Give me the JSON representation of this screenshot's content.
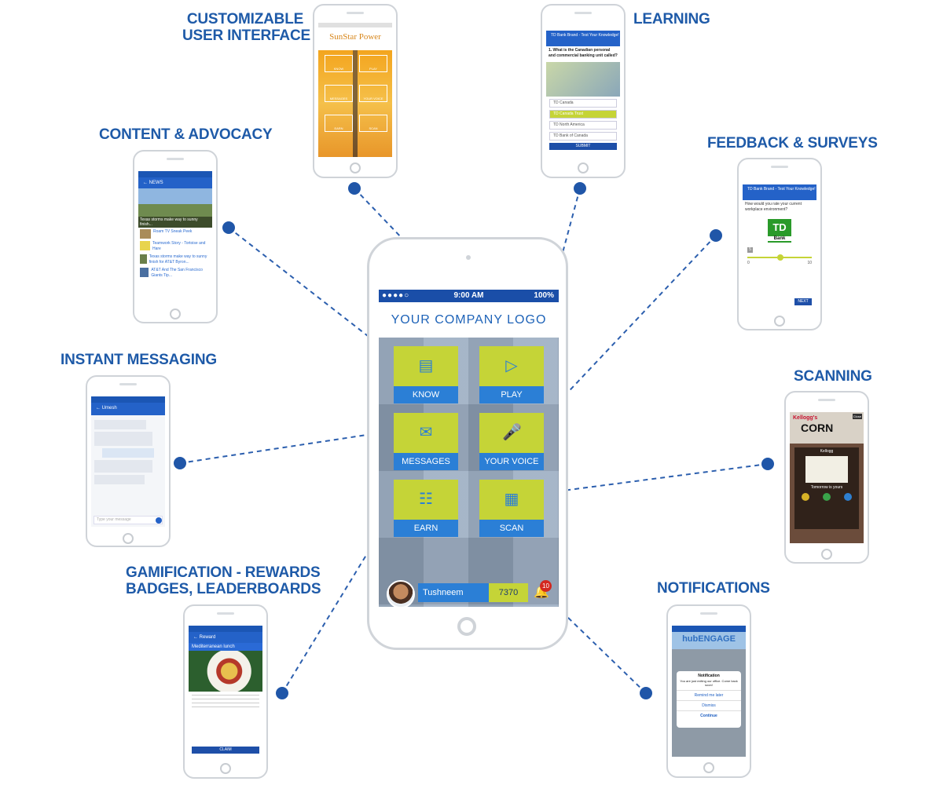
{
  "labels": {
    "customizable": [
      "CUSTOMIZABLE",
      "USER INTERFACE"
    ],
    "learning": "LEARNING",
    "content": "CONTENT & ADVOCACY",
    "feedback": "FEEDBACK & SURVEYS",
    "messaging": "INSTANT MESSAGING",
    "scanning": "SCANNING",
    "gamification": [
      "GAMIFICATION - REWARDS",
      "BADGES,  LEADERBOARDS"
    ],
    "notifications": "NOTIFICATIONS"
  },
  "main": {
    "time": "9:00 AM",
    "battery": "100%",
    "logo": "YOUR COMPANY LOGO",
    "tiles": [
      "KNOW",
      "PLAY",
      "MESSAGES",
      "YOUR VOICE",
      "EARN",
      "SCAN"
    ],
    "user_name": "Tushneem",
    "points": "7370",
    "badge": "10"
  },
  "sunstar": {
    "brand": "SunStar Power",
    "tiles": [
      "KNOW",
      "PLAY",
      "MESSAGES",
      "YOUR VOICE",
      "EARN",
      "SCAN"
    ]
  },
  "learning": {
    "header": "TD Bank Brand - Test Your Knowledge!",
    "question": "1. What is the Canadian personal and commercial banking unit called?",
    "options": [
      "TD Canada",
      "TD Canada Trust",
      "TD North America",
      "TD Bank of Canada"
    ],
    "submit": "SUBMIT"
  },
  "feedback": {
    "header": "TD Bank Brand - Test Your Knowledge!",
    "question": "How would you rate your current workplace environment?",
    "brand": "TD",
    "brand_sub": "Bank",
    "scale_value": "5",
    "min": "0",
    "max": "10",
    "next": "NEXT"
  },
  "content": {
    "header": "NEWS",
    "hero_caption": "Texas storms make way to sunny finish...",
    "items": [
      "Roam TV Sneak Peek",
      "Teamwork Story - Tortoise and Hare",
      "Texas storms make way to sunny finish for AT&T Byron...",
      "AT&T And The San Francisco Giants Tip..."
    ]
  },
  "messaging": {
    "contact": "Umesh",
    "placeholder": "Type your message"
  },
  "scanning": {
    "brand": "Kellogg's",
    "product": "CORN",
    "card_title": "Kellogg",
    "card_text": "Tomorrow is yours",
    "close": "Close"
  },
  "reward": {
    "header": "Reward",
    "title": "Mediterranean lunch",
    "claim": "CLAIM"
  },
  "notification": {
    "brand": "hubENGAGE",
    "title": "Notification",
    "message": "You are just exiting our office. Come back soon!",
    "actions": [
      "Remind me later",
      "Dismiss",
      "Continue"
    ]
  }
}
